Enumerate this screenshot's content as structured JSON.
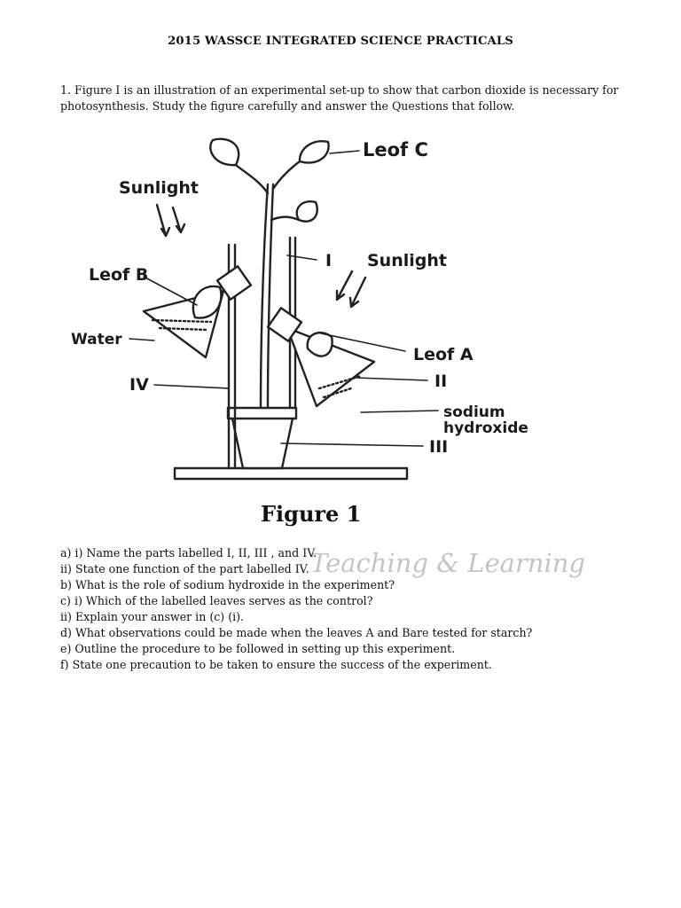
{
  "title": "2015 WASSCE INTEGRATED SCIENCE PRACTICALS",
  "intro": {
    "line1": "1. Figure I is an illustration of an experimental set-up to show that carbon dioxide is necessary for",
    "line2": "photosynthesis. Study the figure carefully and answer the Questions that follow."
  },
  "figure": {
    "labels": {
      "leaf_c": "Leof C",
      "sunlight_left": "Sunlight",
      "sunlight_right": "Sunlight",
      "leaf_b": "Leof B",
      "water": "Water",
      "label_iv": "IV",
      "label_i": "I",
      "leaf_a": "Leof A",
      "label_ii": "II",
      "sodium": "sodium",
      "hydroxide": "hydroxide",
      "label_iii": "III"
    },
    "caption": "Figure 1"
  },
  "watermark": "Teaching & Learning",
  "questions": [
    "a) i) Name the parts labelled I, II, III , and IV.",
    "ii) State one function of the part labelled IV.",
    "b) What is the role of sodium hydroxide in the experiment?",
    "c) i) Which of the labelled leaves serves as the control?",
    "ii) Explain your answer in (c) (i).",
    "d) What observations could be made when the leaves A and Bare tested for starch?",
    "e) Outline the procedure to be followed in setting up this experiment.",
    "f) State one precaution to be taken to ensure the success of the experiment."
  ]
}
